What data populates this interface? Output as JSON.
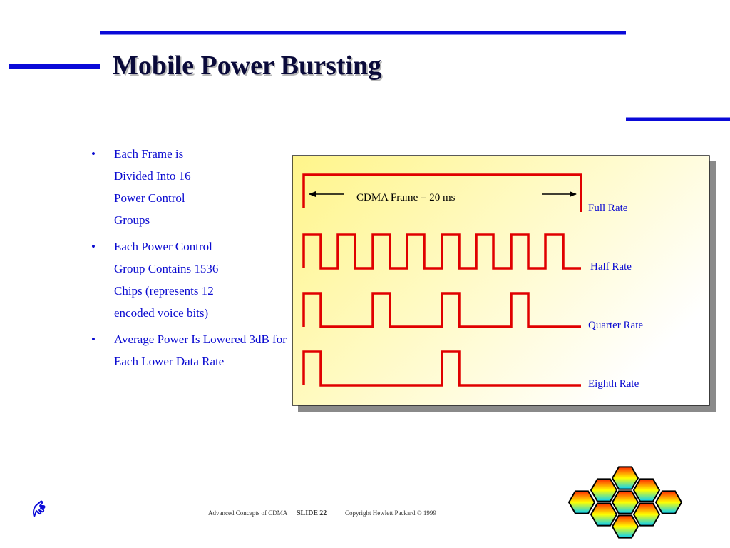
{
  "title": "Mobile Power Bursting",
  "bullets": [
    {
      "text": "Each Frame is Divided Into 16 Power Control Groups"
    },
    {
      "text": "Each Power Control Group Contains 1536 Chips (represents 12 encoded voice bits)"
    },
    {
      "text": "Average Power Is Lowered 3dB for Each Lower Data Rate"
    }
  ],
  "bullet_symbol": "•",
  "diagram": {
    "frame_label": "CDMA Frame = 20 ms",
    "rates": [
      {
        "label": "Full Rate"
      },
      {
        "label": "Half Rate"
      },
      {
        "label": "Quarter Rate"
      },
      {
        "label": "Eighth Rate"
      }
    ],
    "colors": {
      "waveform": "#e00000",
      "label": "#0b0bd0",
      "panel_gradient_start": "#fff58a",
      "panel_gradient_end": "#ffffff",
      "accent_lines": "#0a0ad8"
    }
  },
  "footer": {
    "course": "Advanced Concepts of CDMA",
    "slide_label": "SLIDE",
    "slide_number": "22",
    "copyright": "Copyright Hewlett Packard © 1999"
  },
  "icons": {
    "hand": "hand-pointer-icon",
    "logo": "hexagon-cluster-logo-icon"
  }
}
